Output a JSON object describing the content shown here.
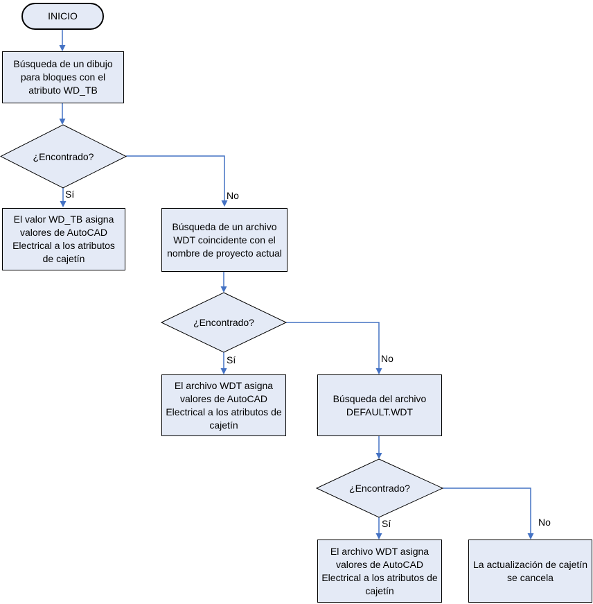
{
  "diagram": {
    "type": "flowchart",
    "language": "es",
    "nodes": {
      "start": {
        "label": "INICIO",
        "shape": "terminator"
      },
      "search_drawing": {
        "label": "Búsqueda de un dibujo para bloques con el atributo WD_TB",
        "shape": "process"
      },
      "decision1": {
        "label": "¿Encontrado?",
        "shape": "decision"
      },
      "wdtb_assigns": {
        "label": "El valor WD_TB asigna valores de AutoCAD Electrical a los atributos de cajetín",
        "shape": "process"
      },
      "search_wdt_project": {
        "label": "Búsqueda de un archivo WDT coincidente con el nombre de proyecto actual",
        "shape": "process"
      },
      "decision2": {
        "label": "¿Encontrado?",
        "shape": "decision"
      },
      "wdt_assigns_a": {
        "label": "El archivo WDT asigna valores de AutoCAD Electrical a los atributos de cajetín",
        "shape": "process"
      },
      "search_default_wdt": {
        "label": "Búsqueda del archivo DEFAULT.WDT",
        "shape": "process"
      },
      "decision3": {
        "label": "¿Encontrado?",
        "shape": "decision"
      },
      "wdt_assigns_b": {
        "label": "El archivo WDT asigna valores de AutoCAD Electrical a los atributos de cajetín",
        "shape": "process"
      },
      "update_cancelled": {
        "label": "La actualización de cajetín se cancela",
        "shape": "process"
      }
    },
    "edge_labels": {
      "yes": "Sí",
      "no": "No"
    },
    "colors": {
      "node_fill": "#e4eaf6",
      "node_border": "#000000",
      "connector": "#4472c4",
      "text": "#000000",
      "background": "#ffffff"
    }
  }
}
